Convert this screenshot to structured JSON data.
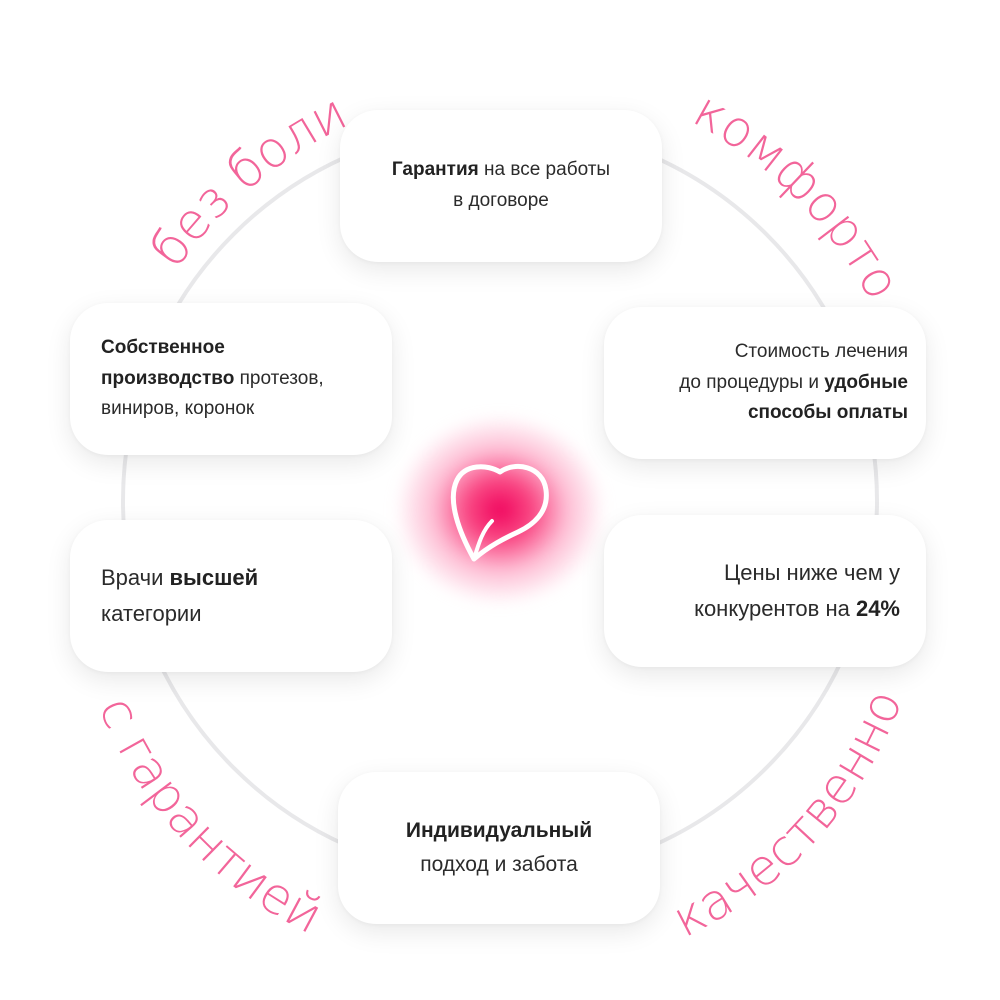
{
  "arc_labels": {
    "top_left": "без боли",
    "top_right": "с комфортом",
    "bottom_left": "с гарантией",
    "bottom_right": "качественно"
  },
  "cards": {
    "top": {
      "bold": "Гарантия",
      "text1": " на все работы",
      "text2": "в договоре"
    },
    "left1": {
      "bold1": "Собственное",
      "bold2": "производство",
      "text1": " протезов,",
      "text2": "виниров, коронок"
    },
    "right1": {
      "text1": "Стоимость лечения",
      "text2": "до процедуры и ",
      "bold1": "удобные",
      "bold2": "способы оплаты"
    },
    "left2": {
      "text1": "Врачи ",
      "bold": "высшей",
      "text2": "категории"
    },
    "right2": {
      "text1": "Цены ниже чем у",
      "text2": "конкурентов на ",
      "bold": "24%"
    },
    "bottom": {
      "bold": "Индивидуальный",
      "text": "подход и забота"
    }
  },
  "colors": {
    "accent": "#f2659a",
    "glow": "#f0005a",
    "ring": "#e8e8ea"
  },
  "icons": {
    "center": "tooth-icon"
  }
}
